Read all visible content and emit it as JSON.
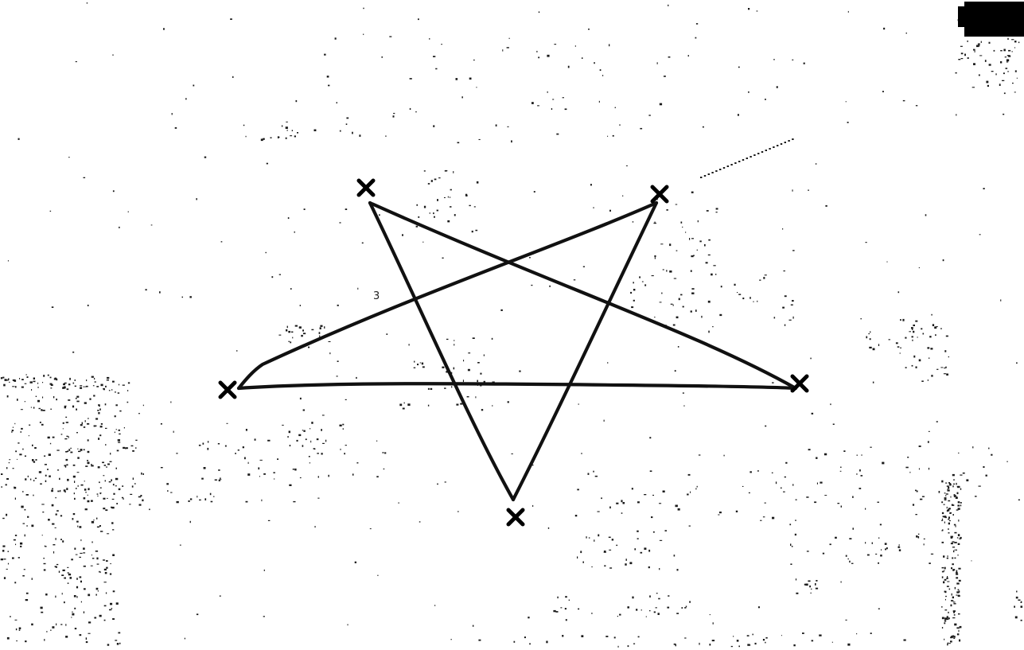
{
  "map": {
    "style": "black and white scanned map, heavily degraded",
    "colors": {
      "background": "#ffffff",
      "ink": "#111111"
    },
    "legible_labels": [
      "3"
    ]
  },
  "overlay": {
    "shape": "pentagram",
    "vertex_marker": "cross-icon",
    "vertex_count": 5
  }
}
